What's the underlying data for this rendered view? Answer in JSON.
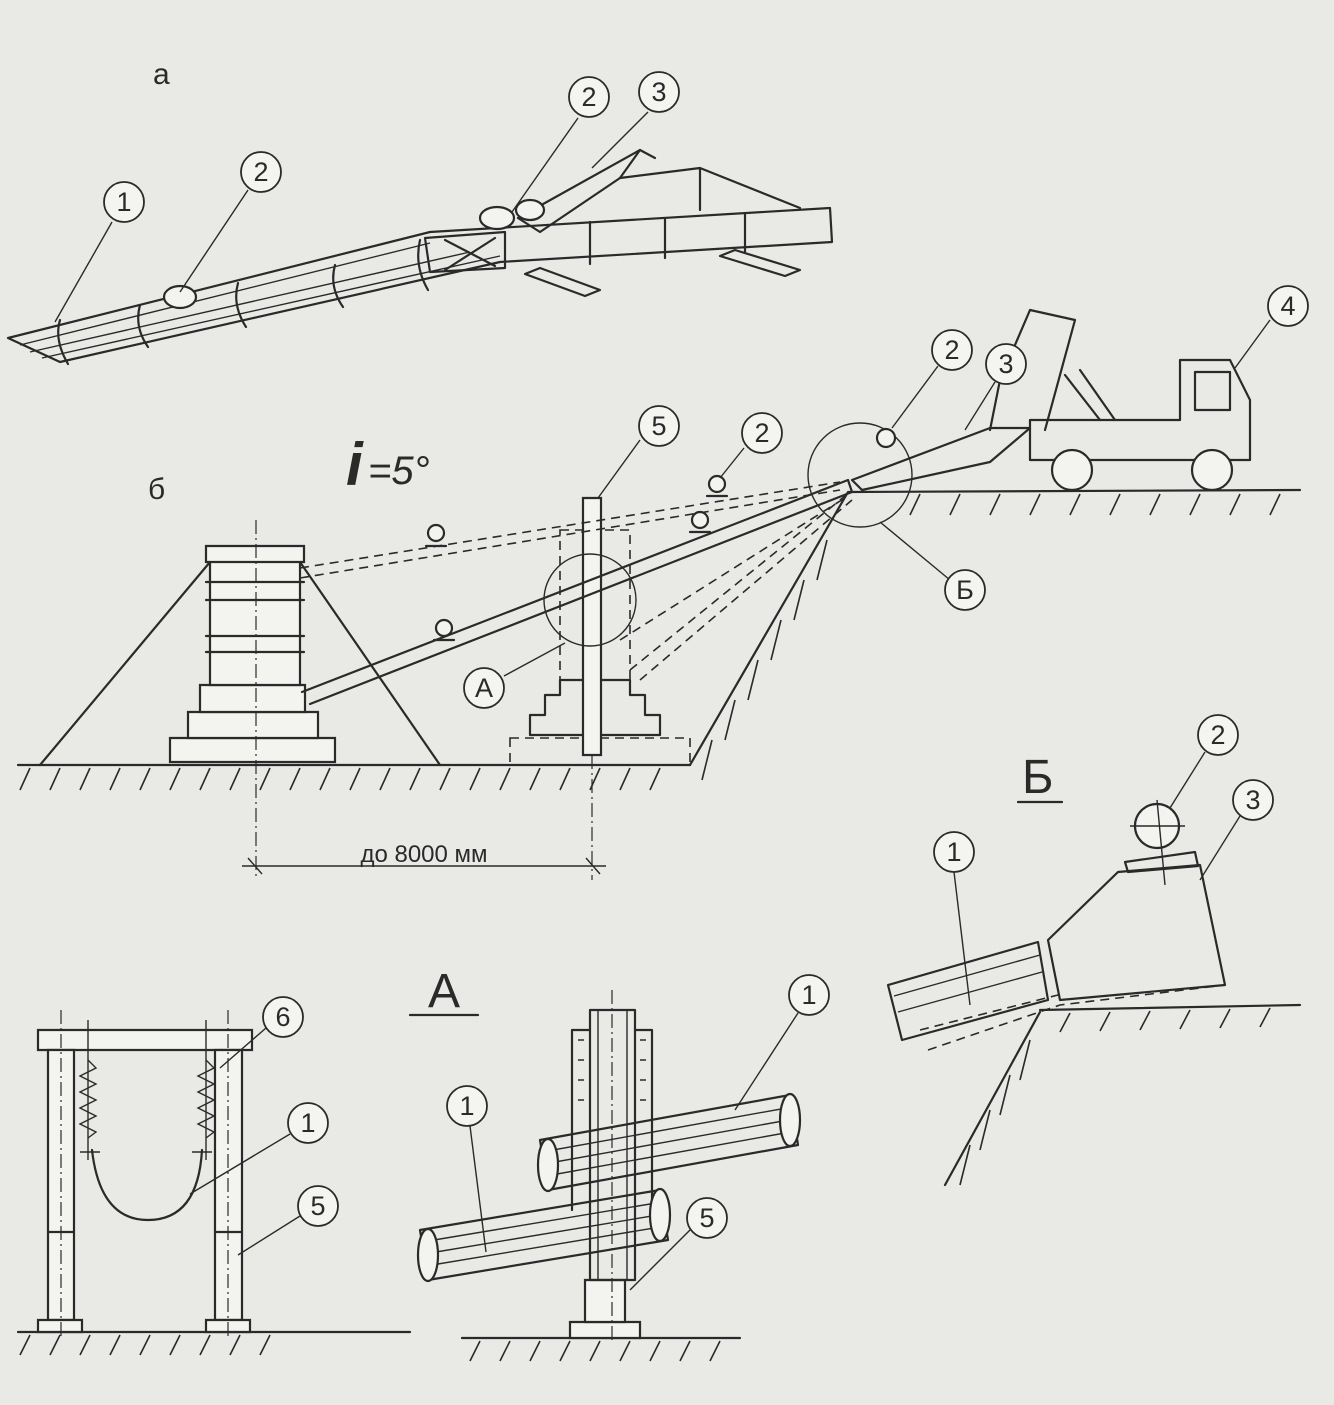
{
  "labels": {
    "view_a": "а",
    "view_b": "б",
    "slope_i": "i",
    "slope_val": "=5°",
    "detail_A": "А",
    "detail_B": "Б",
    "dimension": "до 8000 мм"
  },
  "callouts": {
    "c1": "1",
    "c2": "2",
    "c3": "3",
    "c4": "4",
    "c5": "5",
    "c6": "6",
    "cA": "А",
    "cB": "Б"
  }
}
